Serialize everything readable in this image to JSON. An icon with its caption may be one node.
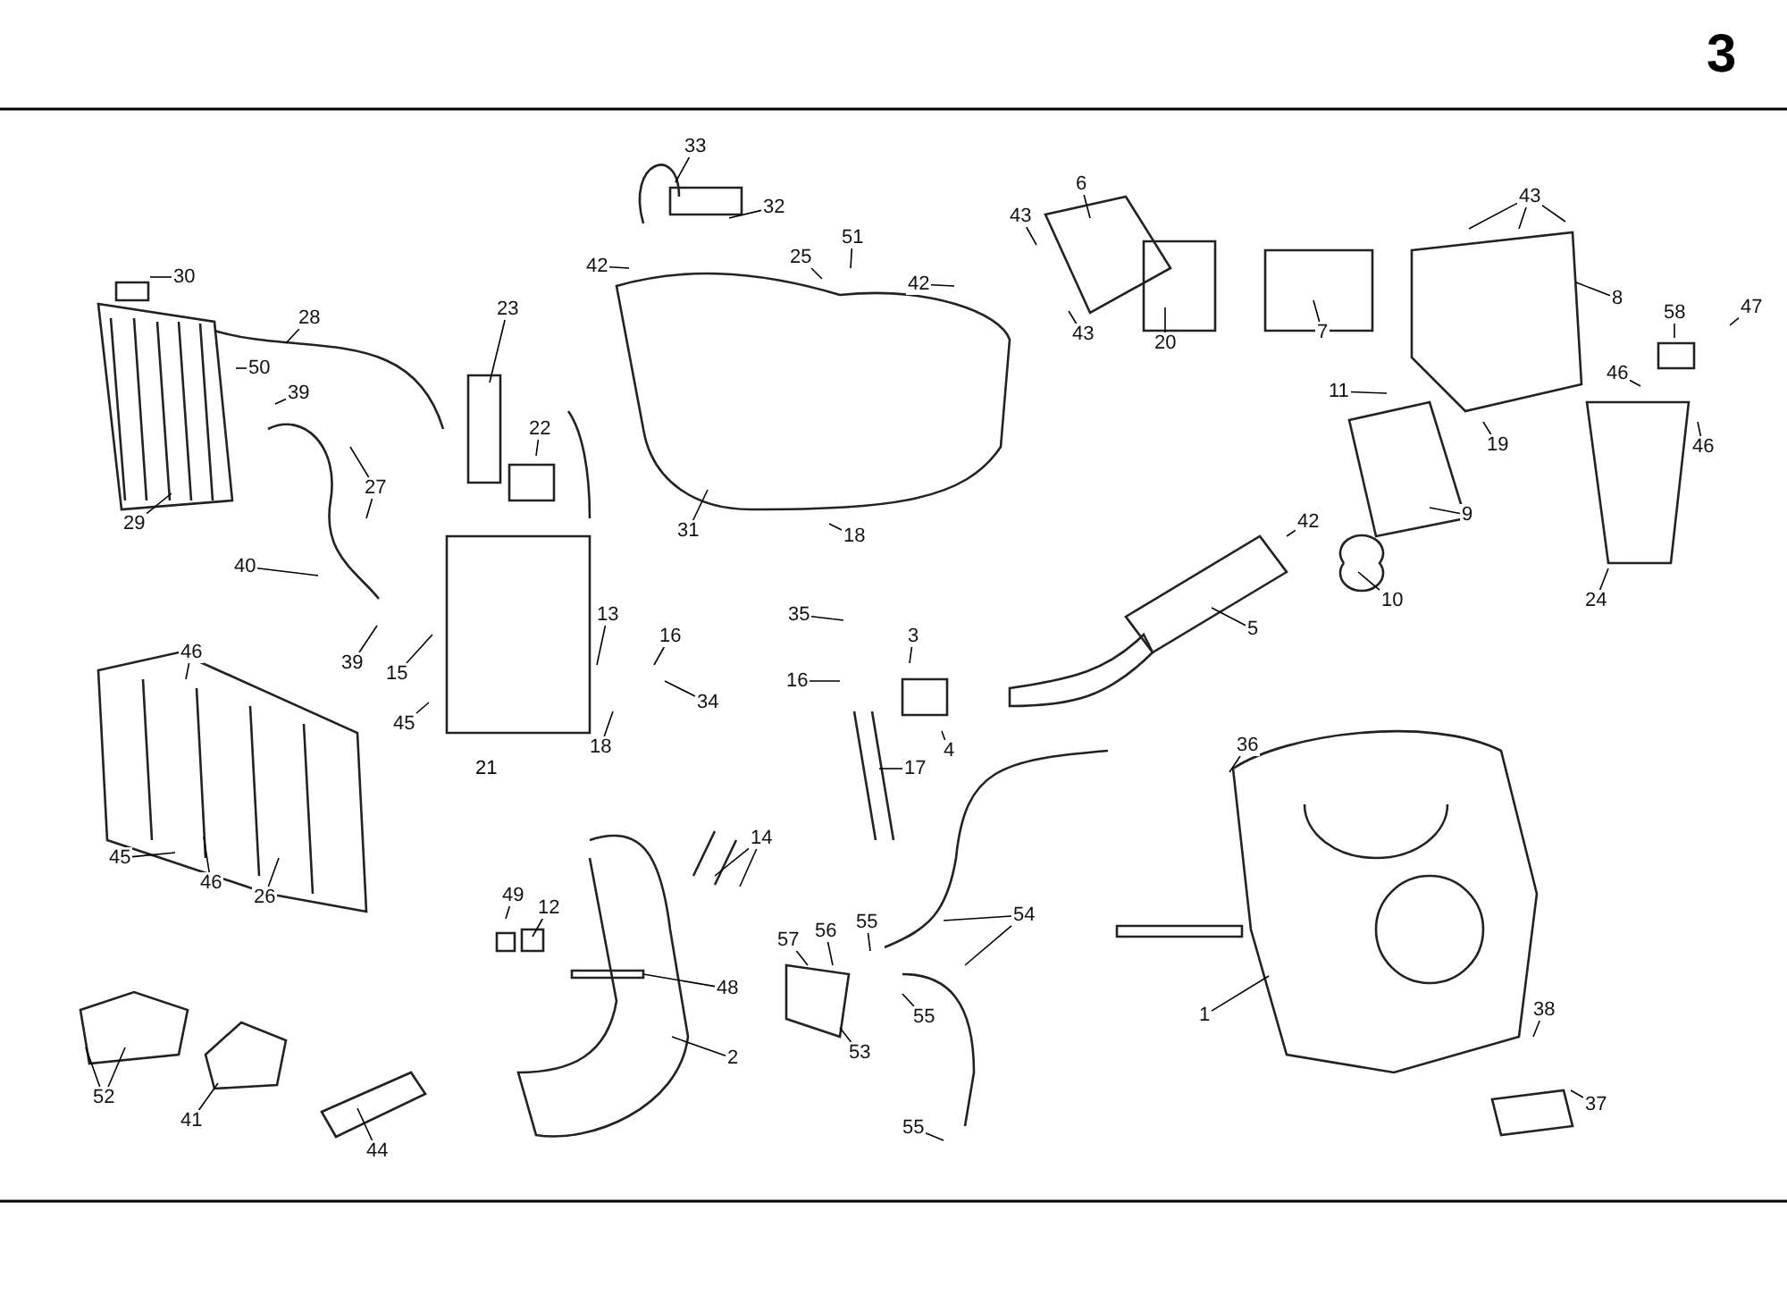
{
  "diagram": {
    "nodes": [
      {
        "text": [
          "33"
        ]
      },
      {
        "text": [
          "32"
        ]
      },
      {
        "text": [
          "42"
        ]
      },
      {
        "text": [
          "25"
        ]
      },
      {
        "text": [
          "51"
        ]
      },
      {
        "text": [
          "42"
        ]
      },
      {
        "text": [
          "43"
        ]
      },
      {
        "text": [
          "6"
        ]
      },
      {
        "text": [
          "43"
        ]
      },
      {
        "text": [
          "20"
        ]
      },
      {
        "text": [
          "7"
        ]
      },
      {
        "text": [
          "43"
        ]
      },
      {
        "text": [
          "8"
        ]
      },
      {
        "text": [
          "58"
        ]
      },
      {
        "text": [
          "47"
        ]
      },
      {
        "text": [
          "46"
        ]
      },
      {
        "text": [
          "46"
        ]
      },
      {
        "text": [
          "11"
        ]
      },
      {
        "text": [
          "19"
        ]
      },
      {
        "text": [
          "9"
        ]
      },
      {
        "text": [
          "42"
        ]
      },
      {
        "text": [
          "10"
        ]
      },
      {
        "text": [
          "24"
        ]
      },
      {
        "text": [
          "30"
        ]
      },
      {
        "text": [
          "28"
        ]
      },
      {
        "text": [
          "50"
        ]
      },
      {
        "text": [
          "39"
        ]
      },
      {
        "text": [
          "27"
        ]
      },
      {
        "text": [
          "29"
        ]
      },
      {
        "text": [
          "40"
        ]
      },
      {
        "text": [
          "23"
        ]
      },
      {
        "text": [
          "22"
        ]
      },
      {
        "text": [
          "31"
        ]
      },
      {
        "text": [
          "18"
        ]
      },
      {
        "text": [
          "35"
        ]
      },
      {
        "text": [
          "13"
        ]
      },
      {
        "text": [
          "16"
        ]
      },
      {
        "text": [
          "34"
        ]
      },
      {
        "text": [
          "18"
        ]
      },
      {
        "text": [
          "15"
        ]
      },
      {
        "text": [
          "45"
        ]
      },
      {
        "text": [
          "39"
        ]
      },
      {
        "text": [
          "46"
        ]
      },
      {
        "text": [
          "45"
        ]
      },
      {
        "text": [
          "46"
        ]
      },
      {
        "text": [
          "26"
        ]
      },
      {
        "text": [
          "3"
        ]
      },
      {
        "text": [
          "16"
        ]
      },
      {
        "text": [
          "4"
        ]
      },
      {
        "text": [
          "5"
        ]
      },
      {
        "text": [
          "17"
        ]
      },
      {
        "text": [
          "14"
        ]
      },
      {
        "text": [
          "36"
        ]
      },
      {
        "text": [
          "49"
        ]
      },
      {
        "text": [
          "12"
        ]
      },
      {
        "text": [
          "48"
        ]
      },
      {
        "text": [
          "2"
        ]
      },
      {
        "text": [
          "57"
        ]
      },
      {
        "text": [
          "56"
        ]
      },
      {
        "text": [
          "55"
        ]
      },
      {
        "text": [
          "55"
        ]
      },
      {
        "text": [
          "54"
        ]
      },
      {
        "text": [
          "53"
        ]
      },
      {
        "text": [
          "1"
        ]
      },
      {
        "text": [
          "38"
        ]
      },
      {
        "text": [
          "37"
        ]
      },
      {
        "text": [
          "52"
        ]
      },
      {
        "text": [
          "41"
        ]
      },
      {
        "text": [
          "44"
        ]
      },
      {
        "text": [
          "55"
        ]
      }
    ],
    "edges": [
      {
        "from": 0,
        "to": null,
        "arrow": "none"
      },
      {
        "from": 1,
        "to": null,
        "arrow": "none"
      },
      {
        "from": 2,
        "to": null,
        "arrow": "none"
      },
      {
        "from": 3,
        "to": null,
        "arrow": "none"
      },
      {
        "from": 4,
        "to": null,
        "arrow": "none"
      },
      {
        "from": 5,
        "to": null,
        "arrow": "none"
      },
      {
        "from": 6,
        "to": null,
        "arrow": "none"
      },
      {
        "from": 7,
        "to": null,
        "arrow": "none"
      },
      {
        "from": 8,
        "to": null,
        "arrow": "none"
      },
      {
        "from": 9,
        "to": null,
        "arrow": "none"
      },
      {
        "from": 10,
        "to": null,
        "arrow": "none"
      },
      {
        "from": 11,
        "to": null,
        "arrow": "none"
      },
      {
        "from": 11,
        "to": null,
        "arrow": "none"
      },
      {
        "from": 11,
        "to": null,
        "arrow": "none"
      },
      {
        "from": 12,
        "to": null,
        "arrow": "none"
      },
      {
        "from": 13,
        "to": null,
        "arrow": "none"
      },
      {
        "from": 14,
        "to": null,
        "arrow": "none"
      },
      {
        "from": 15,
        "to": null,
        "arrow": "none"
      },
      {
        "from": 16,
        "to": null,
        "arrow": "none"
      },
      {
        "from": 17,
        "to": null,
        "arrow": "none"
      },
      {
        "from": 18,
        "to": null,
        "arrow": "none"
      },
      {
        "from": 19,
        "to": null,
        "arrow": "none"
      },
      {
        "from": 20,
        "to": null,
        "arrow": "none"
      },
      {
        "from": 21,
        "to": null,
        "arrow": "none"
      },
      {
        "from": 22,
        "to": null,
        "arrow": "none"
      },
      {
        "from": 23,
        "to": null,
        "arrow": "none"
      },
      {
        "from": 24,
        "to": null,
        "arrow": "none"
      },
      {
        "from": 25,
        "to": null,
        "arrow": "none"
      },
      {
        "from": 26,
        "to": null,
        "arrow": "none"
      },
      {
        "from": 27,
        "to": null,
        "arrow": "none"
      },
      {
        "from": 27,
        "to": null,
        "arrow": "none"
      },
      {
        "from": 28,
        "to": null,
        "arrow": "none"
      },
      {
        "from": 29,
        "to": null,
        "arrow": "none"
      },
      {
        "from": 30,
        "to": null,
        "arrow": "none"
      },
      {
        "from": 31,
        "to": null,
        "arrow": "none"
      },
      {
        "from": 32,
        "to": null,
        "arrow": "none"
      },
      {
        "from": 33,
        "to": null,
        "arrow": "none"
      },
      {
        "from": 34,
        "to": null,
        "arrow": "none"
      },
      {
        "from": 35,
        "to": null,
        "arrow": "none"
      },
      {
        "from": 36,
        "to": null,
        "arrow": "none"
      },
      {
        "from": 37,
        "to": null,
        "arrow": "none"
      },
      {
        "from": 38,
        "to": null,
        "arrow": "none"
      },
      {
        "from": 39,
        "to": null,
        "arrow": "none"
      },
      {
        "from": 40,
        "to": null,
        "arrow": "none"
      },
      {
        "from": 41,
        "to": null,
        "arrow": "none"
      },
      {
        "from": 42,
        "to": null,
        "arrow": "none"
      },
      {
        "from": 43,
        "to": null,
        "arrow": "none"
      },
      {
        "from": 44,
        "to": null,
        "arrow": "none"
      },
      {
        "from": 45,
        "to": null,
        "arrow": "none"
      },
      {
        "from": 46,
        "to": null,
        "arrow": "none"
      },
      {
        "from": 47,
        "to": null,
        "arrow": "none"
      },
      {
        "from": 48,
        "to": null,
        "arrow": "none"
      },
      {
        "from": 49,
        "to": null,
        "arrow": "none"
      },
      {
        "from": 50,
        "to": null,
        "arrow": "none"
      },
      {
        "from": 51,
        "to": null,
        "arrow": "none"
      },
      {
        "from": 51,
        "to": null,
        "arrow": "none"
      },
      {
        "from": 52,
        "to": null,
        "arrow": "none"
      },
      {
        "from": 53,
        "to": null,
        "arrow": "none"
      },
      {
        "from": 54,
        "to": null,
        "arrow": "none"
      },
      {
        "from": 55,
        "to": null,
        "arrow": "none"
      },
      {
        "from": 56,
        "to": null,
        "arrow": "none"
      },
      {
        "from": 57,
        "to": null,
        "arrow": "none"
      },
      {
        "from": 58,
        "to": null,
        "arrow": "none"
      },
      {
        "from": 59,
        "to": null,
        "arrow": "none"
      },
      {
        "from": 60,
        "to": null,
        "arrow": "none"
      },
      {
        "from": 61,
        "to": null,
        "arrow": "none"
      },
      {
        "from": 61,
        "to": null,
        "arrow": "none"
      },
      {
        "from": 62,
        "to": null,
        "arrow": "none"
      },
      {
        "from": 63,
        "to": null,
        "arrow": "none"
      },
      {
        "from": 64,
        "to": null,
        "arrow": "none"
      },
      {
        "from": 65,
        "to": null,
        "arrow": "none"
      },
      {
        "from": 66,
        "to": null,
        "arrow": "none"
      },
      {
        "from": 66,
        "to": null,
        "arrow": "none"
      },
      {
        "from": 67,
        "to": null,
        "arrow": "none"
      },
      {
        "from": 68,
        "to": null,
        "arrow": "none"
      },
      {
        "from": 69,
        "to": null,
        "arrow": "none"
      }
    ],
    "labels": [
      "3",
      "21"
    ]
  }
}
